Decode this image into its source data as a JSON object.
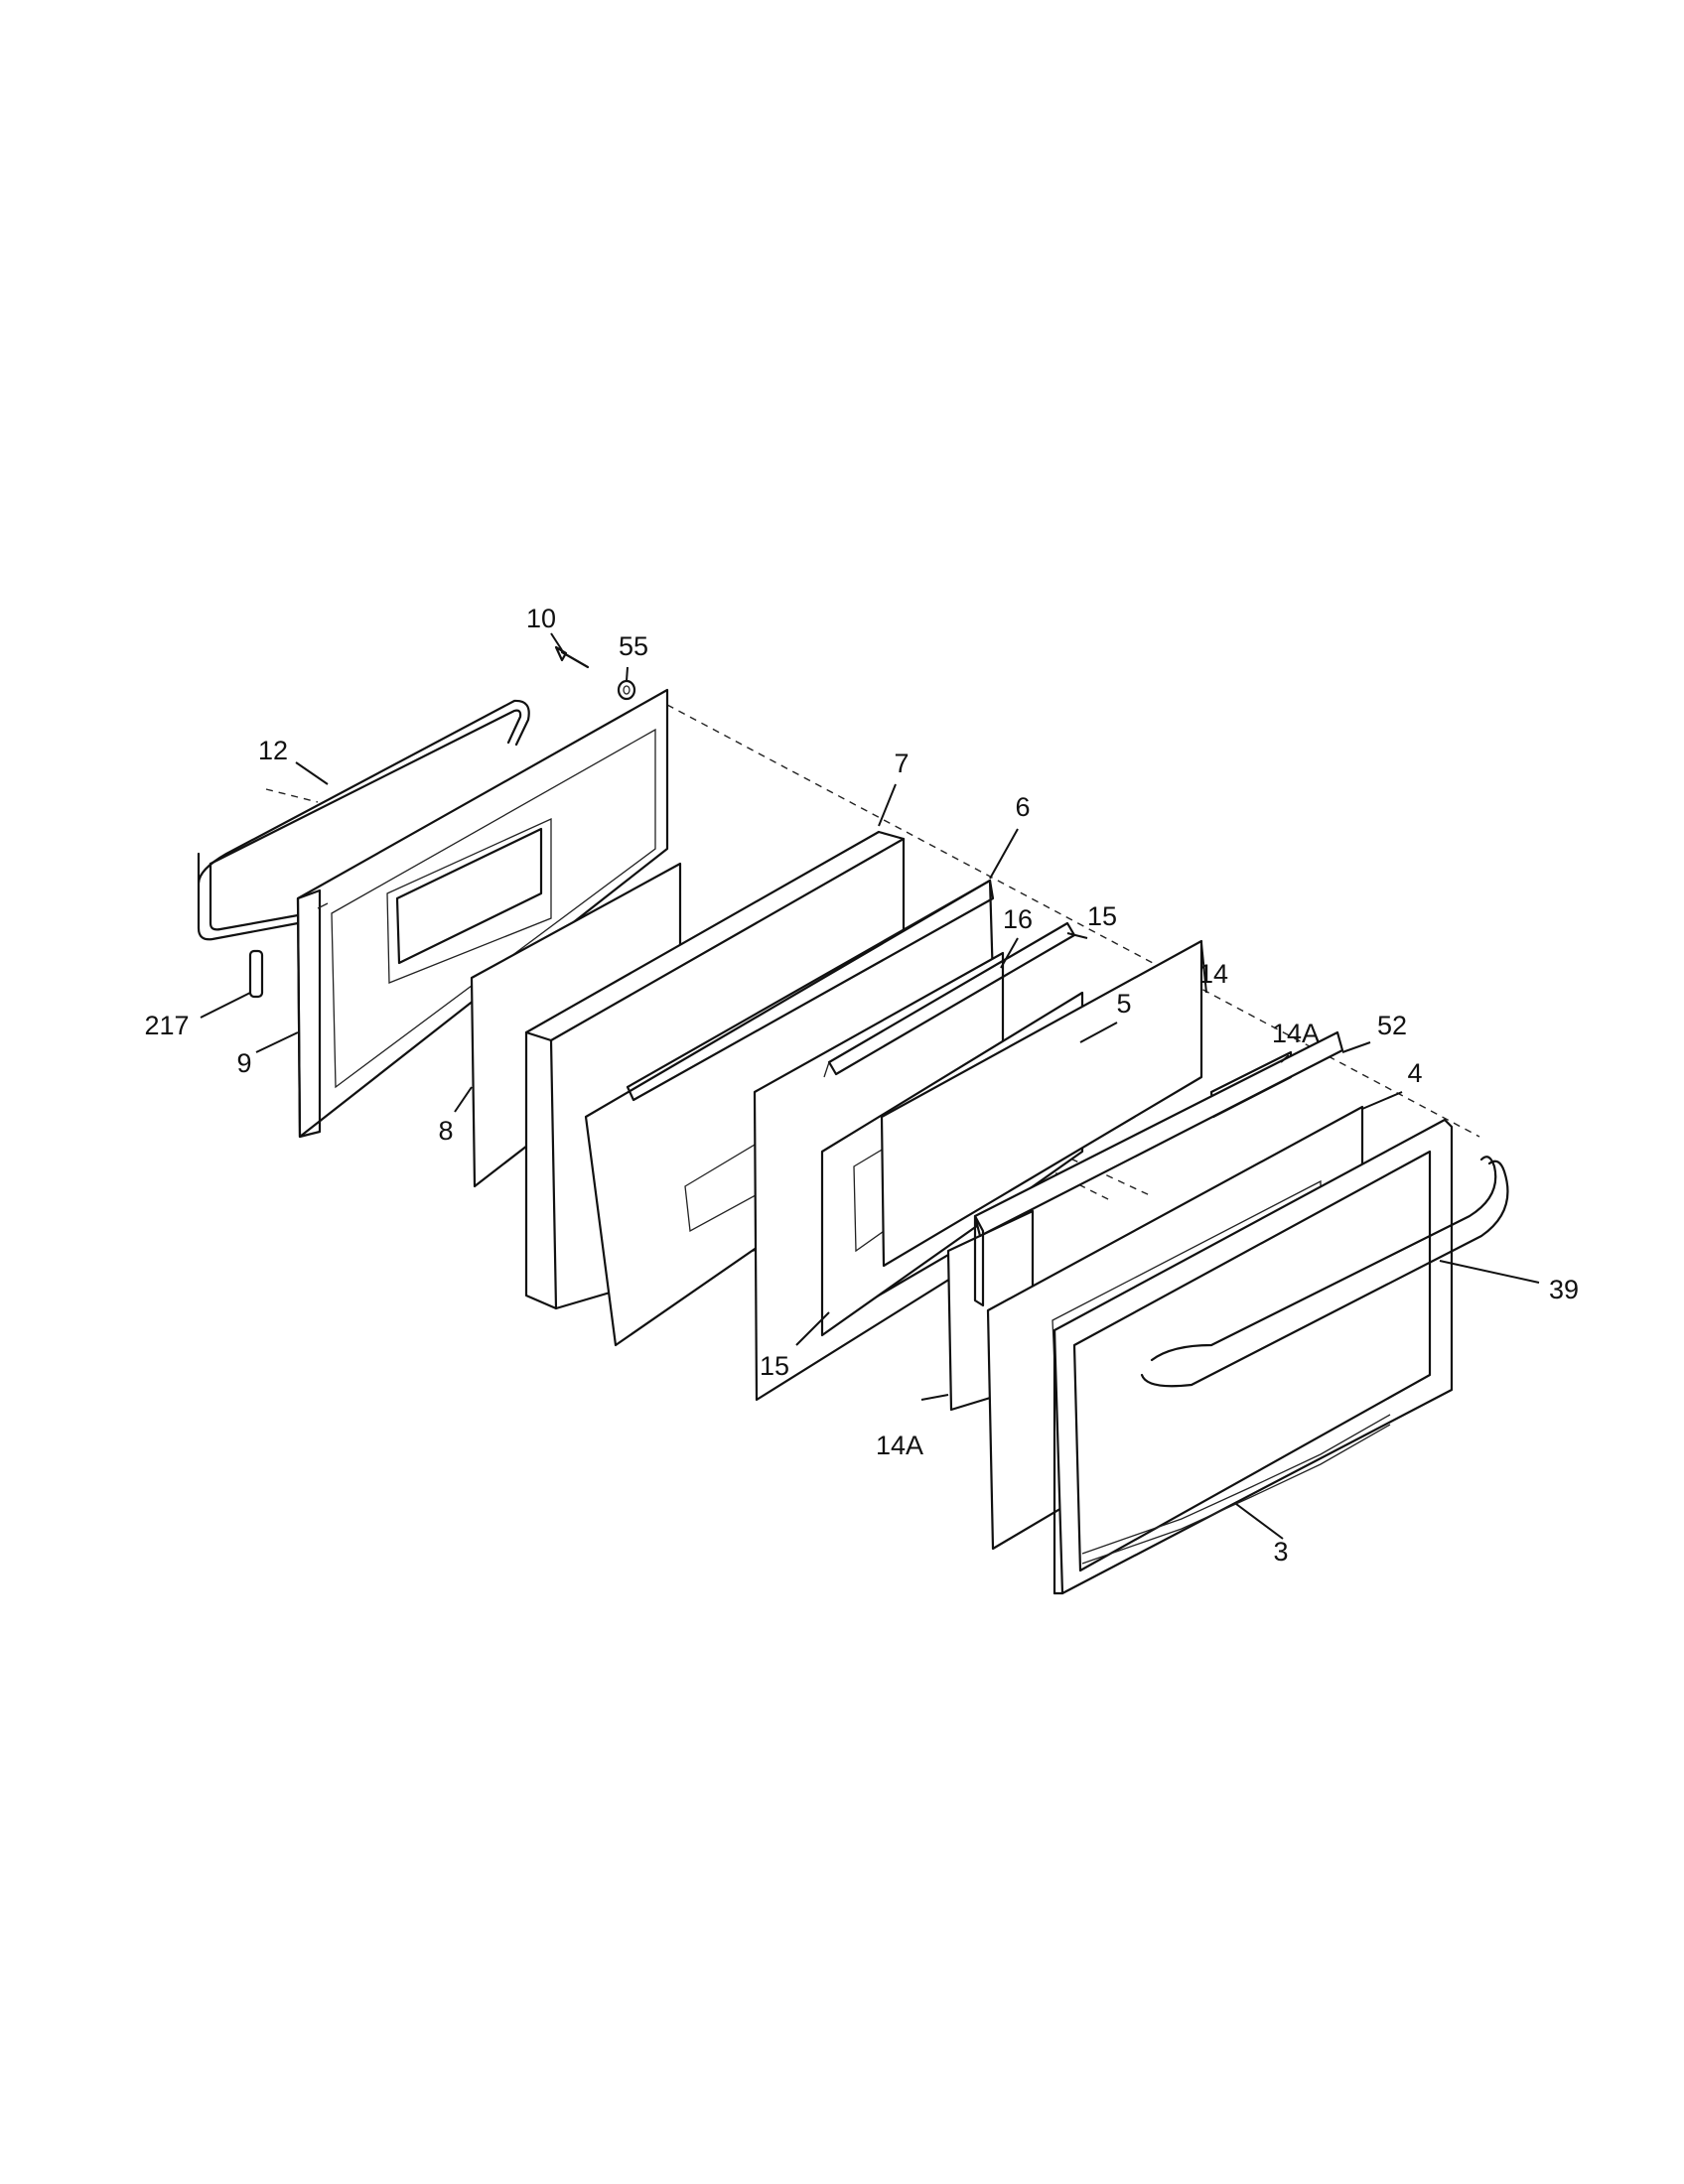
{
  "callouts": [
    {
      "id": "c10",
      "label": "10"
    },
    {
      "id": "c55",
      "label": "55"
    },
    {
      "id": "c12",
      "label": "12"
    },
    {
      "id": "c7",
      "label": "7"
    },
    {
      "id": "c6",
      "label": "6"
    },
    {
      "id": "c16",
      "label": "16"
    },
    {
      "id": "c15a",
      "label": "15"
    },
    {
      "id": "c14",
      "label": "14"
    },
    {
      "id": "c5",
      "label": "5"
    },
    {
      "id": "c14Aa",
      "label": "14A"
    },
    {
      "id": "c52",
      "label": "52"
    },
    {
      "id": "c4",
      "label": "4"
    },
    {
      "id": "c217",
      "label": "217"
    },
    {
      "id": "c9",
      "label": "9"
    },
    {
      "id": "c8",
      "label": "8"
    },
    {
      "id": "c39",
      "label": "39"
    },
    {
      "id": "c15b",
      "label": "15"
    },
    {
      "id": "c14Ab",
      "label": "14A"
    },
    {
      "id": "c3",
      "label": "3"
    }
  ]
}
